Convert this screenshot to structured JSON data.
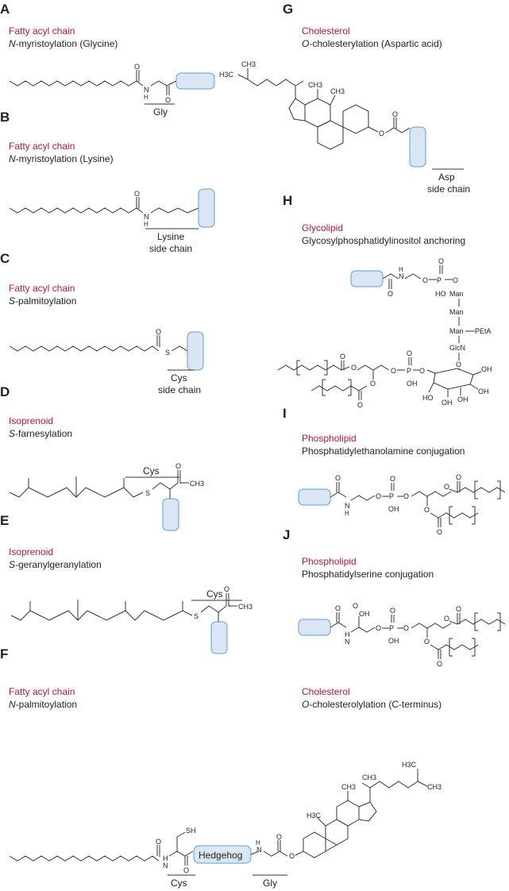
{
  "panels": [
    {
      "id": "A",
      "category": "Fatty acyl chain",
      "mod_prefix": "N",
      "mod_rest": "-myristoylation (Glycine)",
      "residue": "Gly"
    },
    {
      "id": "B",
      "category": "Fatty acyl chain",
      "mod_prefix": "N",
      "mod_rest": "-myristoylation (Lysine)",
      "residue": "Lysine",
      "residue2": "side chain"
    },
    {
      "id": "C",
      "category": "Fatty acyl chain",
      "mod_prefix": "S",
      "mod_rest": "-palmitoylation",
      "residue": "Cys",
      "residue2": "side chain"
    },
    {
      "id": "D",
      "category": "Isoprenoid",
      "mod_prefix": "S",
      "mod_rest": "-farnesylation",
      "residue": "Cys"
    },
    {
      "id": "E",
      "category": "Isoprenoid",
      "mod_prefix": "S",
      "mod_rest": "-geranylgeranylation",
      "residue": "Cys"
    },
    {
      "id": "F",
      "category": "Fatty acyl chain",
      "mod_prefix": "N",
      "mod_rest": "-palmitoylation",
      "category2": "Cholesterol",
      "mod2_prefix": "O",
      "mod2_rest": "-cholesterolylation (C-terminus)",
      "residue": "Cys",
      "residue_b": "Gly",
      "protein": "Hedgehog"
    },
    {
      "id": "G",
      "category": "Cholesterol",
      "mod_prefix": "O",
      "mod_rest": "-cholesterylation (Aspartic acid)",
      "residue": "Asp",
      "residue2": "side chain"
    },
    {
      "id": "H",
      "category": "Glycolipid",
      "mod_prefix": "",
      "mod_rest": "Glycosylphosphatidylinositol anchoring"
    },
    {
      "id": "I",
      "category": "Phospholipid",
      "mod_prefix": "",
      "mod_rest": "Phosphatidylethanolamine conjugation"
    },
    {
      "id": "J",
      "category": "Phospholipid",
      "mod_prefix": "",
      "mod_rest": "Phosphatidylserine conjugation"
    }
  ],
  "atoms": {
    "O": "O",
    "N": "N",
    "H": "H",
    "S": "S",
    "SH": "SH",
    "P": "P",
    "OH": "OH",
    "HO": "HO",
    "CH3": "CH3",
    "H3C": "H3C",
    "Man": "Man",
    "PEtA": "PEtA",
    "GlcN": "GlcN"
  },
  "colors": {
    "accent": "#b5192e",
    "protein_fill": "#dbe6f5",
    "protein_stroke": "#5a9fd6"
  }
}
